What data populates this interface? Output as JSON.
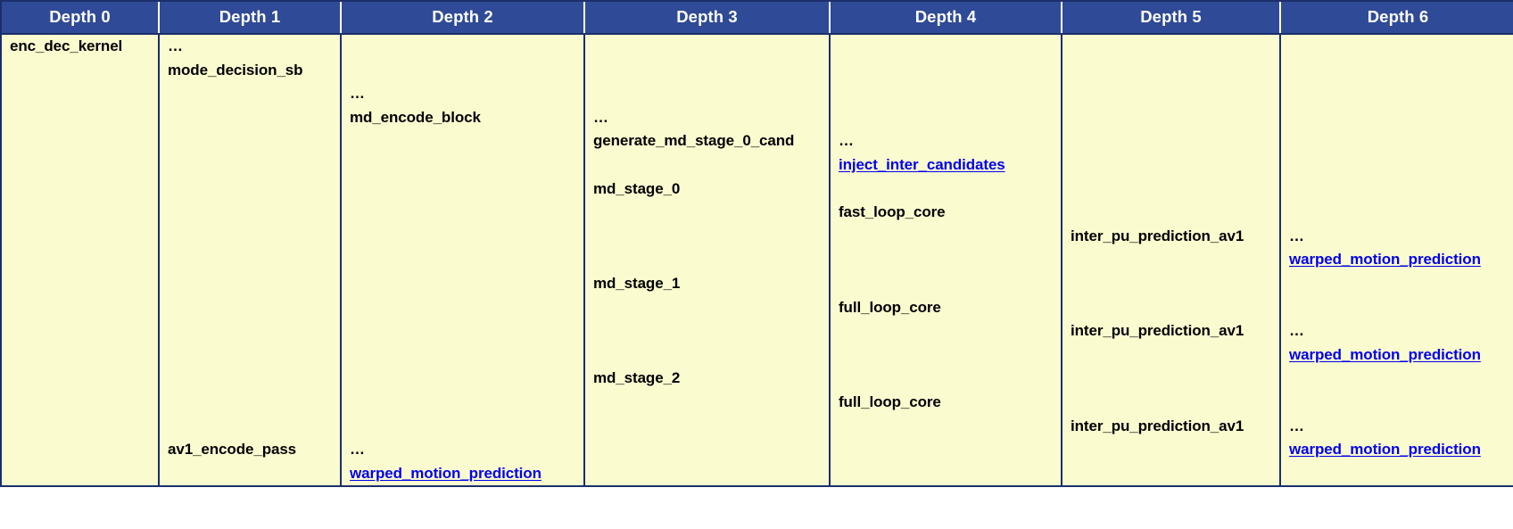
{
  "table": {
    "headers": [
      "Depth 0",
      "Depth 1",
      "Depth 2",
      "Depth 3",
      "Depth 4",
      "Depth 5",
      "Depth 6"
    ],
    "colors": {
      "header_background": "#2f4a96",
      "header_text": "#ffffff",
      "cell_background": "#fbfbd0",
      "border": "#1b2f6b",
      "link_text": "#0000ee",
      "text": "#000000"
    },
    "columns": [
      {
        "depth": "Depth 0",
        "rows": [
          {
            "row": 0,
            "text": "enc_dec_kernel",
            "link": false
          }
        ]
      },
      {
        "depth": "Depth 1",
        "rows": [
          {
            "row": 0,
            "text": "…",
            "link": false
          },
          {
            "row": 1,
            "text": "mode_decision_sb",
            "link": false
          },
          {
            "row": 17,
            "text": "av1_encode_pass",
            "link": false
          }
        ]
      },
      {
        "depth": "Depth 2",
        "rows": [
          {
            "row": 2,
            "text": "…",
            "link": false
          },
          {
            "row": 3,
            "text": "md_encode_block",
            "link": false
          },
          {
            "row": 17,
            "text": "…",
            "link": false
          },
          {
            "row": 18,
            "text": "warped_motion_prediction",
            "link": true
          }
        ]
      },
      {
        "depth": "Depth 3",
        "rows": [
          {
            "row": 3,
            "text": "…",
            "link": false
          },
          {
            "row": 4,
            "text": "generate_md_stage_0_cand",
            "link": false
          },
          {
            "row": 6,
            "text": "md_stage_0",
            "link": false
          },
          {
            "row": 10,
            "text": "md_stage_1",
            "link": false
          },
          {
            "row": 14,
            "text": "md_stage_2",
            "link": false
          }
        ]
      },
      {
        "depth": "Depth 4",
        "rows": [
          {
            "row": 4,
            "text": "…",
            "link": false
          },
          {
            "row": 5,
            "text": "inject_inter_candidates",
            "link": true
          },
          {
            "row": 7,
            "text": "fast_loop_core",
            "link": false
          },
          {
            "row": 11,
            "text": "full_loop_core",
            "link": false
          },
          {
            "row": 15,
            "text": "full_loop_core",
            "link": false
          }
        ]
      },
      {
        "depth": "Depth 5",
        "rows": [
          {
            "row": 8,
            "text": "inter_pu_prediction_av1",
            "link": false
          },
          {
            "row": 12,
            "text": "inter_pu_prediction_av1",
            "link": false
          },
          {
            "row": 16,
            "text": "inter_pu_prediction_av1",
            "link": false
          }
        ]
      },
      {
        "depth": "Depth 6",
        "rows": [
          {
            "row": 8,
            "text": "…",
            "link": false
          },
          {
            "row": 9,
            "text": "warped_motion_prediction",
            "link": true
          },
          {
            "row": 12,
            "text": "…",
            "link": false
          },
          {
            "row": 13,
            "text": "warped_motion_prediction",
            "link": true
          },
          {
            "row": 16,
            "text": "…",
            "link": false
          },
          {
            "row": 17,
            "text": "warped_motion_prediction",
            "link": true
          }
        ]
      }
    ],
    "total_rows": 19
  }
}
